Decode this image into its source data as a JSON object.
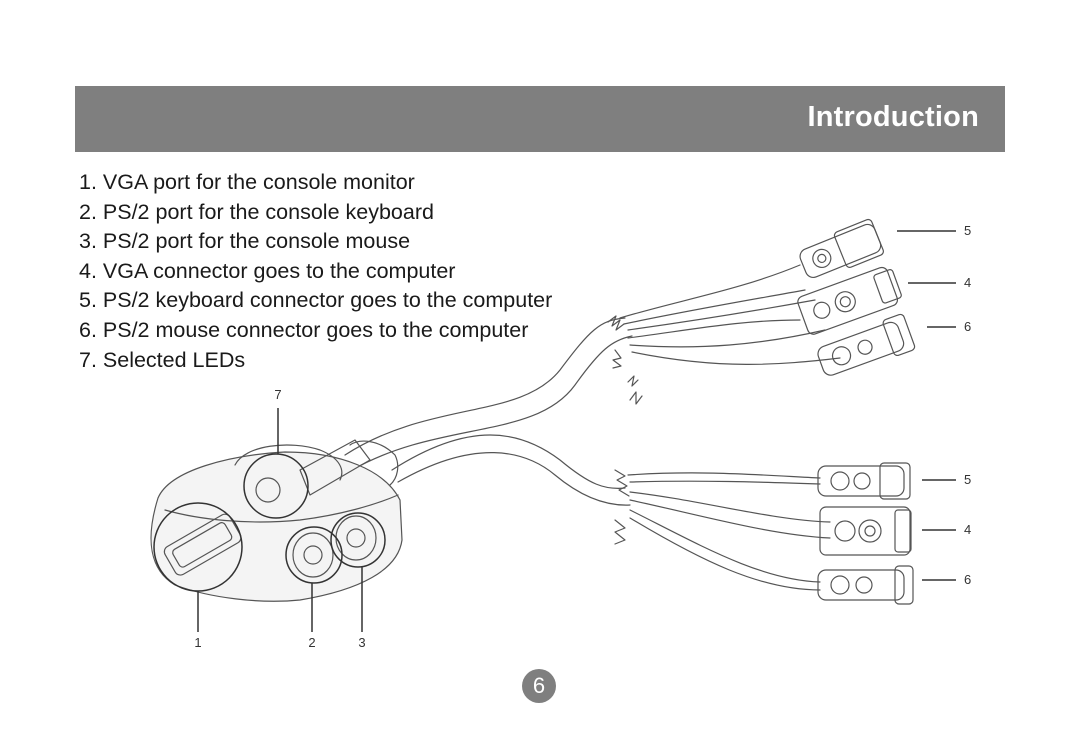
{
  "header": {
    "title": "Introduction"
  },
  "items": [
    "1. VGA port for the console monitor",
    "2. PS/2 port for the console keyboard",
    "3. PS/2 port for the console mouse",
    "4. VGA connector goes to the computer",
    "5. PS/2 keyboard connector goes to the computer",
    "6. PS/2 mouse connector goes to the computer",
    "7. Selected LEDs"
  ],
  "callouts": {
    "led": "7",
    "vga_port": "1",
    "kb_port": "2",
    "mouse_port": "3",
    "top_kb": "5",
    "top_vga": "4",
    "top_mouse": "6",
    "bot_kb": "5",
    "bot_vga": "4",
    "bot_mouse": "6"
  },
  "page_number": "6"
}
